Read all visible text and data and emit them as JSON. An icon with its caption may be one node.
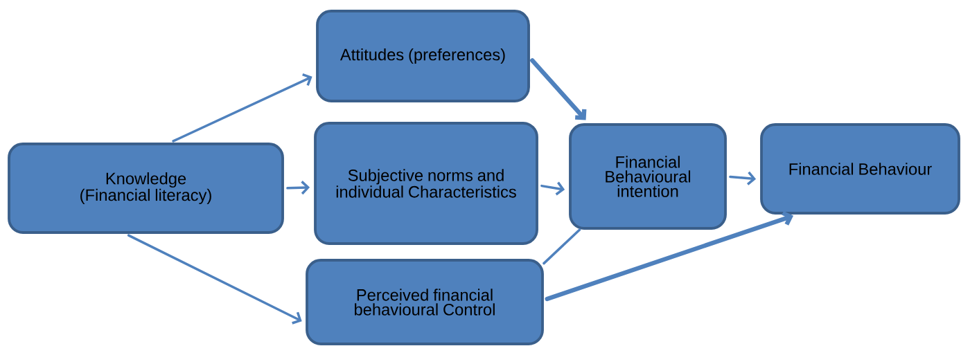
{
  "diagram": {
    "nodes": [
      {
        "text": [
          "Knowledge (Financial literacy)"
        ]
      },
      {
        "text": [
          "Attitudes (preferences)"
        ]
      },
      {
        "text": [
          "Subjective norms and individual Characteristics"
        ]
      },
      {
        "text": [
          "Financial Behavioural intention"
        ]
      },
      {
        "text": [
          "Financial Behaviour"
        ]
      },
      {
        "text": [
          "Perceived financial behavioural Control"
        ]
      }
    ],
    "edges": [
      {
        "from": 0,
        "to": 1,
        "arrow": "to"
      },
      {
        "from": 0,
        "to": 2,
        "arrow": "to"
      },
      {
        "from": 0,
        "to": 5,
        "arrow": "to"
      },
      {
        "from": 1,
        "to": 3,
        "arrow": "to",
        "style": "thick"
      },
      {
        "from": 2,
        "to": 3,
        "arrow": "to"
      },
      {
        "from": 3,
        "to": 4,
        "arrow": "to"
      },
      {
        "from": 5,
        "to": 3,
        "arrow": "none"
      },
      {
        "from": 5,
        "to": 4,
        "arrow": "to",
        "style": "thick"
      }
    ]
  }
}
